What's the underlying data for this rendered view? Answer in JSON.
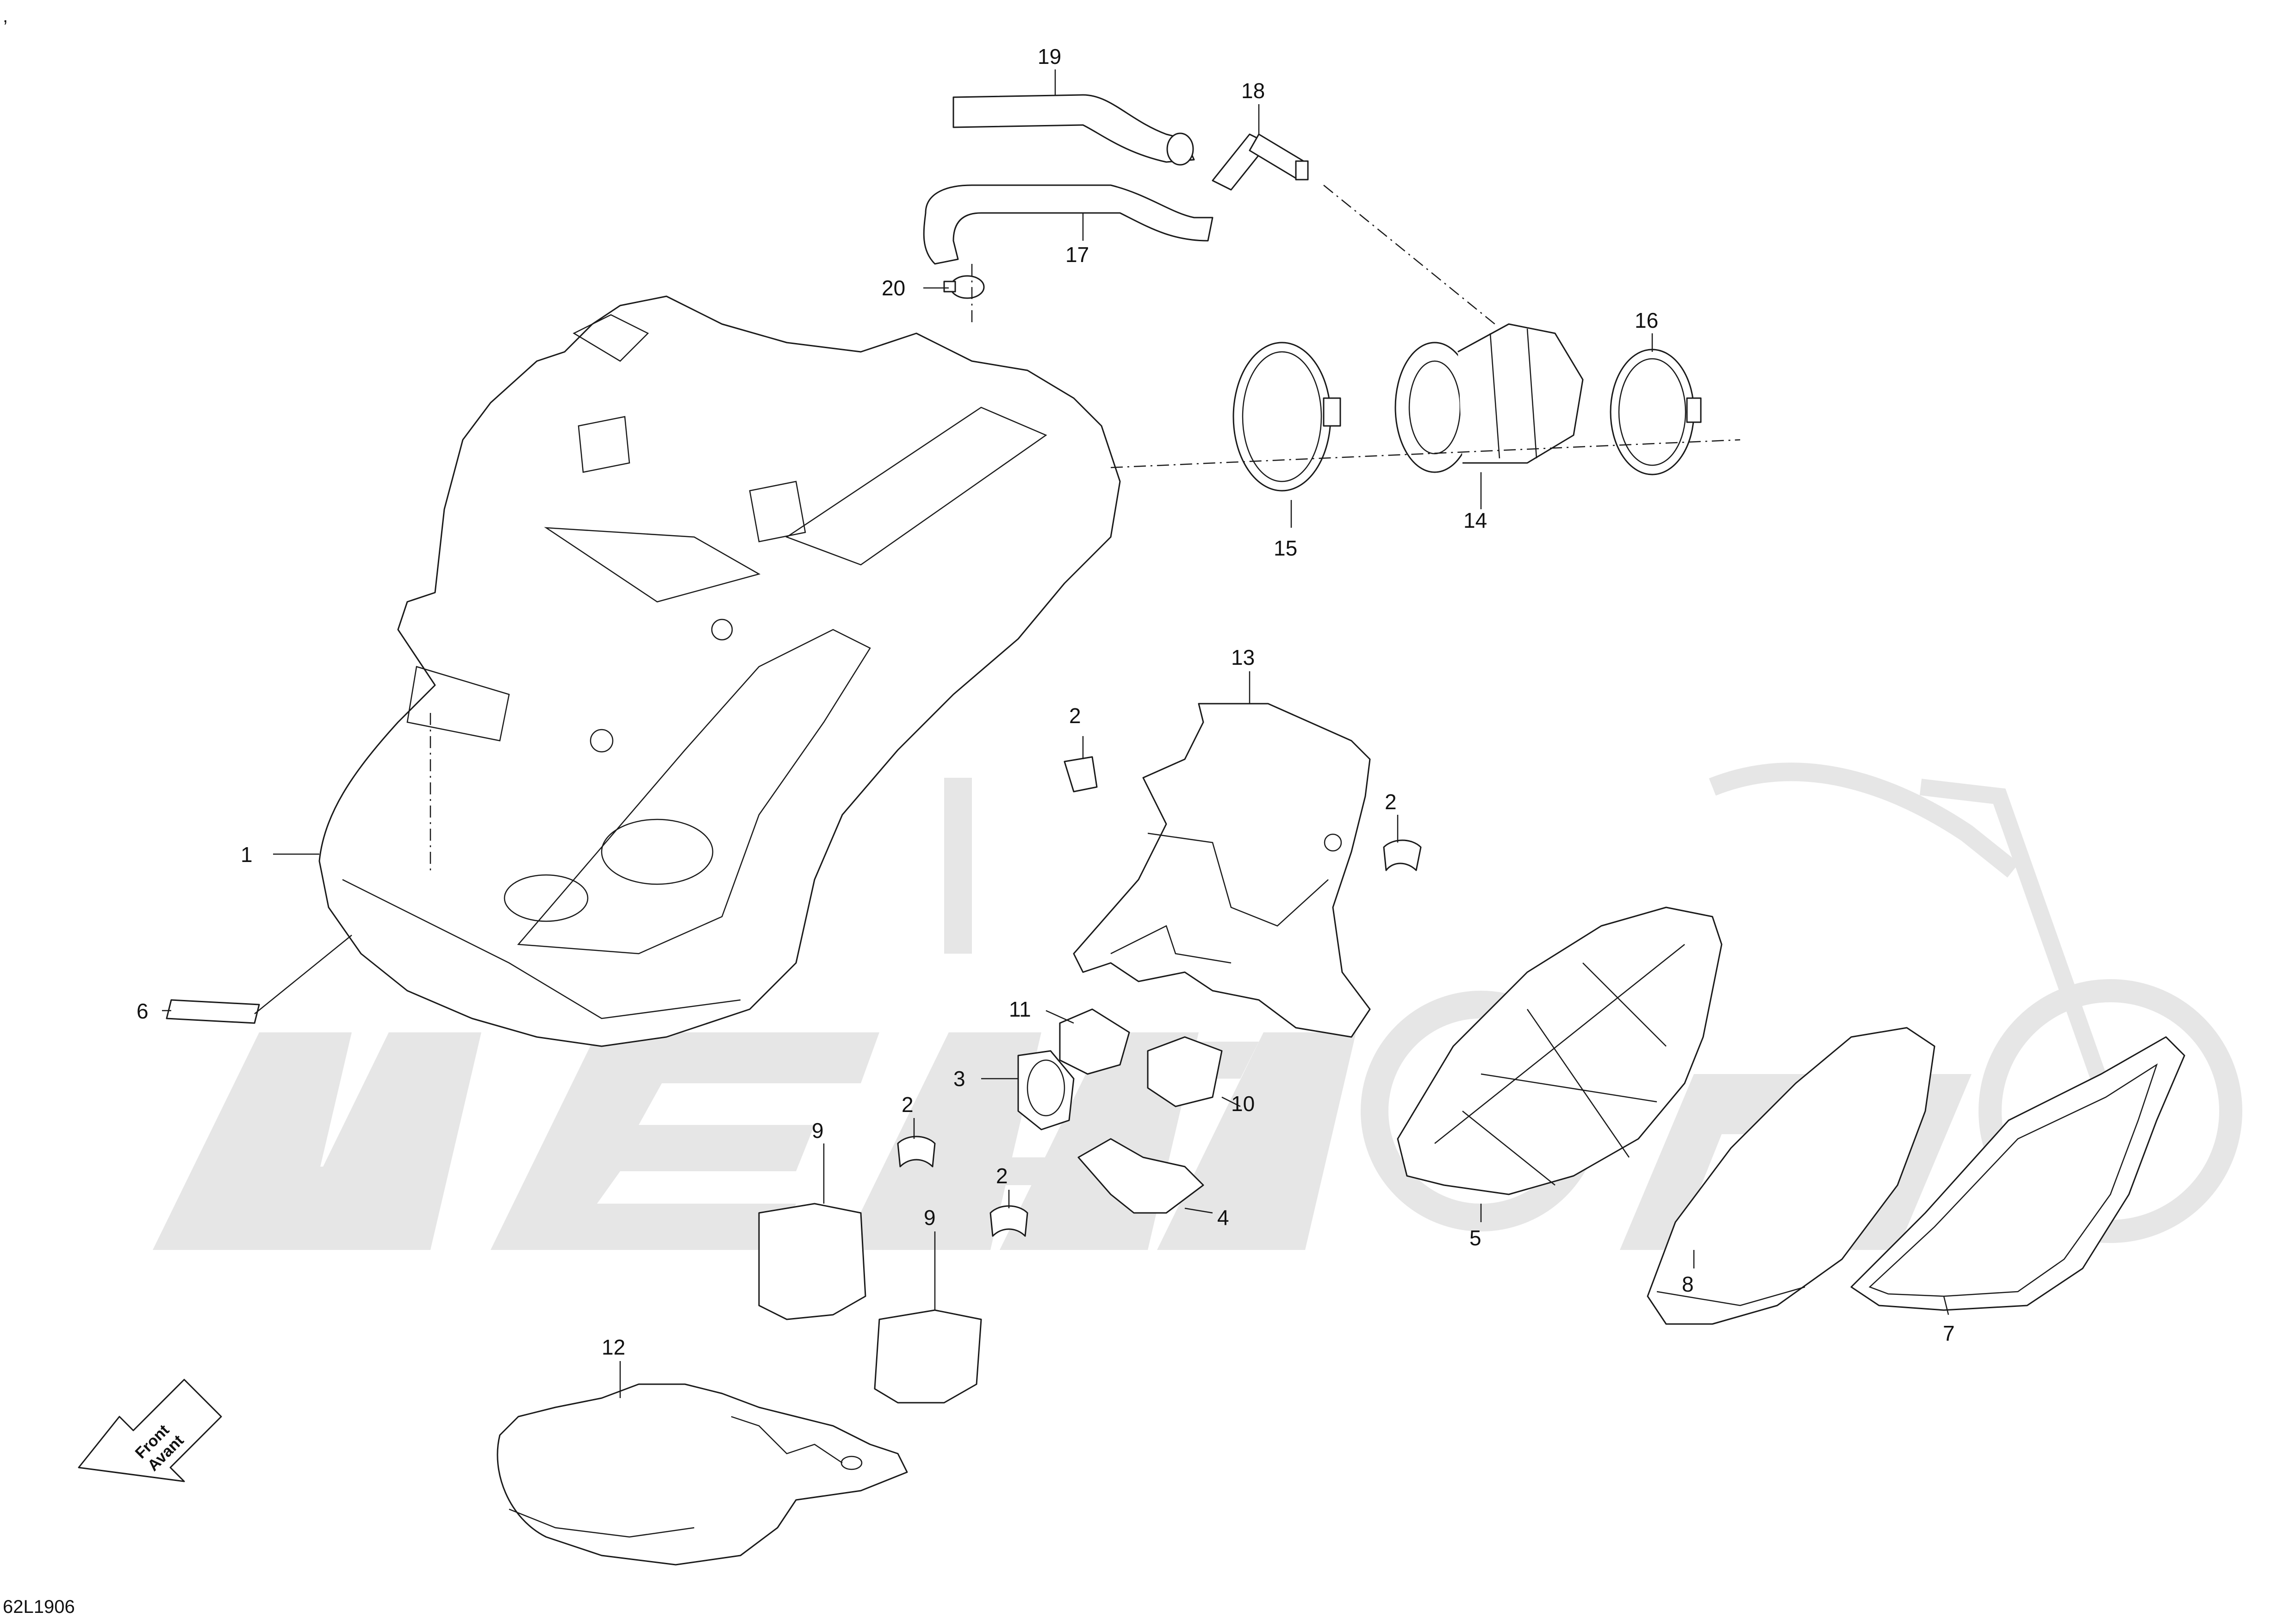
{
  "corner_mark": ",",
  "diagram_code": "62L1906",
  "front_label": {
    "line1": "Front",
    "line2": "Avant"
  },
  "callouts": [
    {
      "id": "1",
      "label": "1"
    },
    {
      "id": "2a",
      "label": "2"
    },
    {
      "id": "2b",
      "label": "2"
    },
    {
      "id": "2c",
      "label": "2"
    },
    {
      "id": "2d",
      "label": "2"
    },
    {
      "id": "3",
      "label": "3"
    },
    {
      "id": "4",
      "label": "4"
    },
    {
      "id": "5",
      "label": "5"
    },
    {
      "id": "6",
      "label": "6"
    },
    {
      "id": "7",
      "label": "7"
    },
    {
      "id": "8",
      "label": "8"
    },
    {
      "id": "9a",
      "label": "9"
    },
    {
      "id": "9b",
      "label": "9"
    },
    {
      "id": "10",
      "label": "10"
    },
    {
      "id": "11",
      "label": "11"
    },
    {
      "id": "12",
      "label": "12"
    },
    {
      "id": "13",
      "label": "13"
    },
    {
      "id": "14",
      "label": "14"
    },
    {
      "id": "15",
      "label": "15"
    },
    {
      "id": "16",
      "label": "16"
    },
    {
      "id": "17",
      "label": "17"
    },
    {
      "id": "18",
      "label": "18"
    },
    {
      "id": "19",
      "label": "19"
    },
    {
      "id": "20",
      "label": "20"
    }
  ]
}
